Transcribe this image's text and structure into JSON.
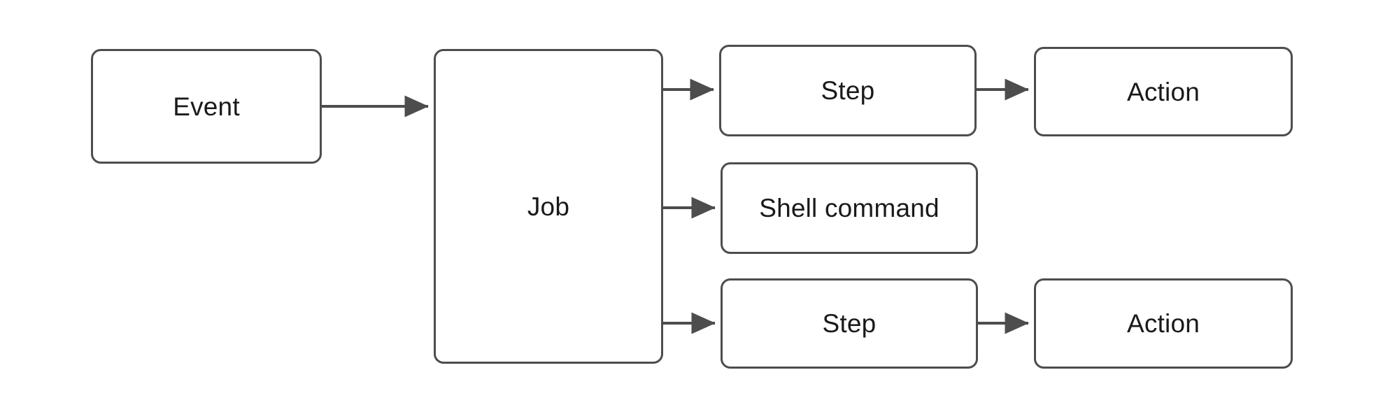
{
  "diagram": {
    "type": "flowchart",
    "orientation": "left-to-right",
    "background_color": "#ffffff",
    "node_border_color": "#4d4d4d",
    "node_fill_color": "#ffffff",
    "edge_color": "#4d4d4d",
    "text_color": "#1a1a1a",
    "nodes": [
      {
        "id": "event",
        "label": "Event",
        "shape": "rounded-rectangle"
      },
      {
        "id": "job",
        "label": "Job",
        "shape": "rounded-rectangle"
      },
      {
        "id": "step-top",
        "label": "Step",
        "shape": "rounded-rectangle"
      },
      {
        "id": "action-top",
        "label": "Action",
        "shape": "rounded-rectangle"
      },
      {
        "id": "shell",
        "label": "Shell command",
        "shape": "rounded-rectangle"
      },
      {
        "id": "step-bottom",
        "label": "Step",
        "shape": "rounded-rectangle"
      },
      {
        "id": "action-bottom",
        "label": "Action",
        "shape": "rounded-rectangle"
      }
    ],
    "edges": [
      {
        "id": "event-to-job",
        "from": "event",
        "to": "job",
        "label": "",
        "arrowhead": "filled-triangle"
      },
      {
        "id": "job-to-step-top",
        "from": "job",
        "to": "step-top",
        "label": "",
        "arrowhead": "filled-triangle"
      },
      {
        "id": "step-top-to-action-top",
        "from": "step-top",
        "to": "action-top",
        "label": "",
        "arrowhead": "filled-triangle"
      },
      {
        "id": "job-to-shell",
        "from": "job",
        "to": "shell",
        "label": "",
        "arrowhead": "filled-triangle"
      },
      {
        "id": "job-to-step-bottom",
        "from": "job",
        "to": "step-bottom",
        "label": "",
        "arrowhead": "filled-triangle"
      },
      {
        "id": "step-bottom-to-action-bottom",
        "from": "step-bottom",
        "to": "action-bottom",
        "label": "",
        "arrowhead": "filled-triangle"
      }
    ]
  }
}
